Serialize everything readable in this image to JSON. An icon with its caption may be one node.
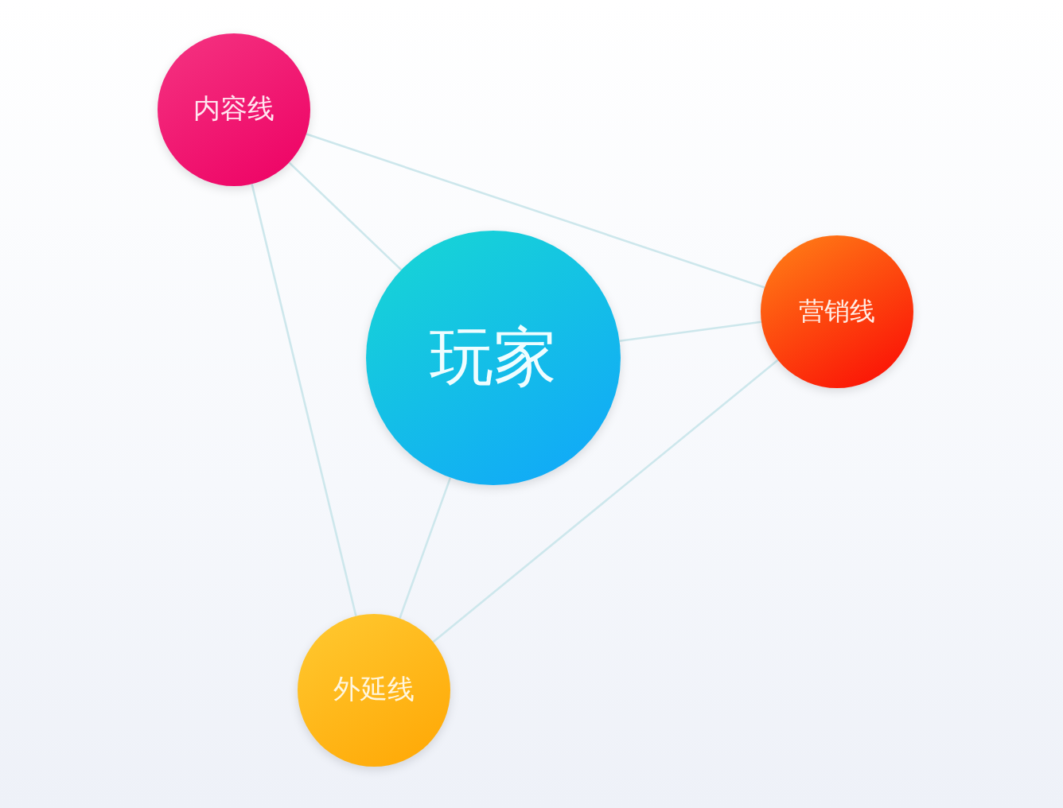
{
  "diagram": {
    "nodes": [
      {
        "text": [
          "内容线"
        ]
      },
      {
        "text": [
          "玩家"
        ]
      },
      {
        "text": [
          "营销线"
        ]
      },
      {
        "text": [
          "外延线"
        ]
      }
    ],
    "edges": [
      {
        "from": 0,
        "to": 1,
        "arrow": "none"
      },
      {
        "from": 0,
        "to": 2,
        "arrow": "none"
      },
      {
        "from": 0,
        "to": 3,
        "arrow": "none"
      },
      {
        "from": 1,
        "to": 2,
        "arrow": "none"
      },
      {
        "from": 1,
        "to": 3,
        "arrow": "none"
      },
      {
        "from": 2,
        "to": 3,
        "arrow": "none"
      }
    ]
  }
}
